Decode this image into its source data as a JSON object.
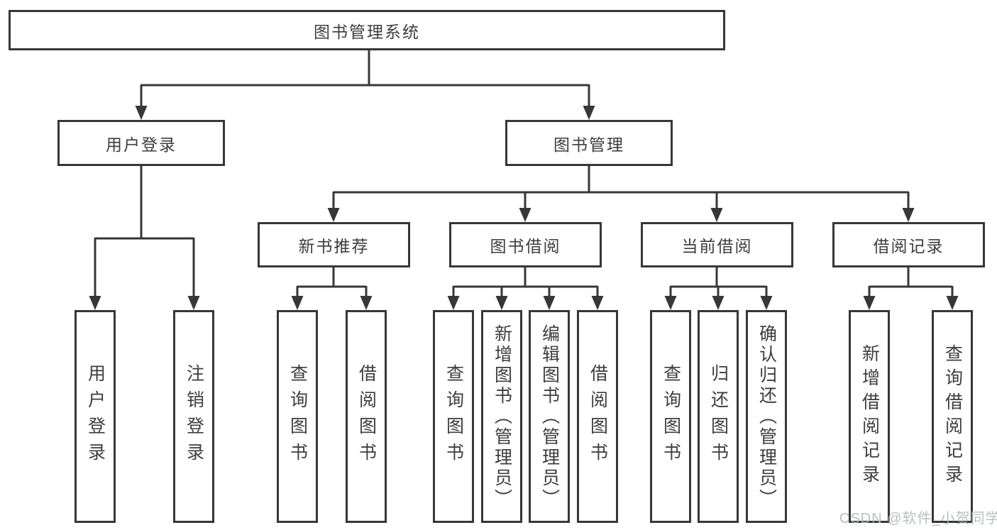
{
  "diagram": {
    "root": {
      "label": "图书管理系统"
    },
    "level2": {
      "user_login": {
        "label": "用户登录"
      },
      "book_management": {
        "label": "图书管理"
      }
    },
    "level3": {
      "new_book_recommend": {
        "label": "新书推荐"
      },
      "book_borrowing": {
        "label": "图书借阅"
      },
      "current_borrowing": {
        "label": "当前借阅"
      },
      "borrowing_records": {
        "label": "借阅记录"
      }
    },
    "leaves": {
      "login": "用户登录",
      "logout": "注销登录",
      "recommend_query_books": "查询图书",
      "recommend_borrow_books": "借阅图书",
      "borrowing_query_books": "查询图书",
      "borrowing_add_books": "新增图书（管理员）",
      "borrowing_edit_books": "编辑图书（管理员）",
      "borrowing_borrow_books": "借阅图书",
      "current_query_books": "查询图书",
      "current_return_books": "归还图书",
      "current_confirm_return": "确认归还（管理员）",
      "records_add_record": "新增借阅记录",
      "records_query_record": "查询借阅记录"
    }
  },
  "watermark": {
    "text": "CSDN @软件_小贺同学"
  },
  "colors": {
    "line": "#373737",
    "text": "#3d3d3d",
    "background": "#ffffff",
    "watermark": "#b3b7bb"
  }
}
